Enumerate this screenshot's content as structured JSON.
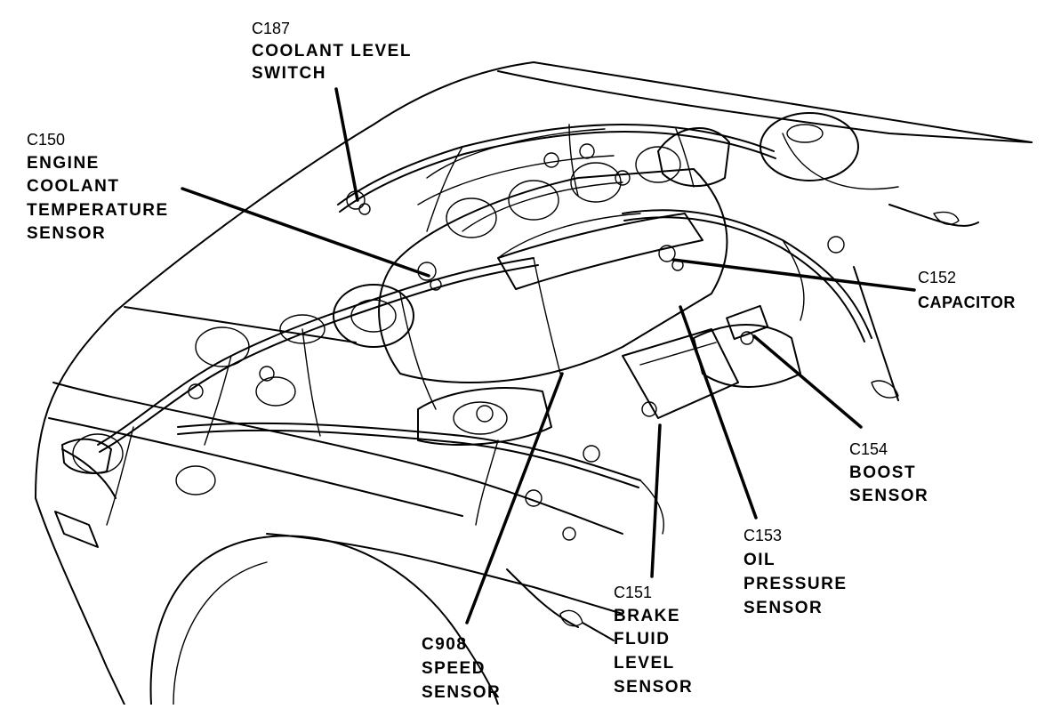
{
  "callouts": {
    "c187": {
      "code": "C187",
      "line1": "COOLANT  LEVEL",
      "line2": "SWITCH"
    },
    "c150": {
      "code": "C150",
      "line1": "ENGINE",
      "line2": "COOLANT",
      "line3": "TEMPERATURE",
      "line4": "SENSOR"
    },
    "c152": {
      "code": "C152",
      "line1": "CAPACITOR"
    },
    "c154": {
      "code": "C154",
      "line1": "BOOST",
      "line2": "SENSOR"
    },
    "c153": {
      "code": "C153",
      "line1": "OIL",
      "line2": "PRESSURE",
      "line3": "SENSOR"
    },
    "c151": {
      "code": "C151",
      "line1": "BRAKE",
      "line2": "FLUID",
      "line3": "LEVEL",
      "line4": "SENSOR"
    },
    "c908": {
      "code": "C908",
      "line1": "SPEED",
      "line2": "SENSOR"
    }
  },
  "colors": {
    "ink": "#000000",
    "paper": "#ffffff"
  }
}
